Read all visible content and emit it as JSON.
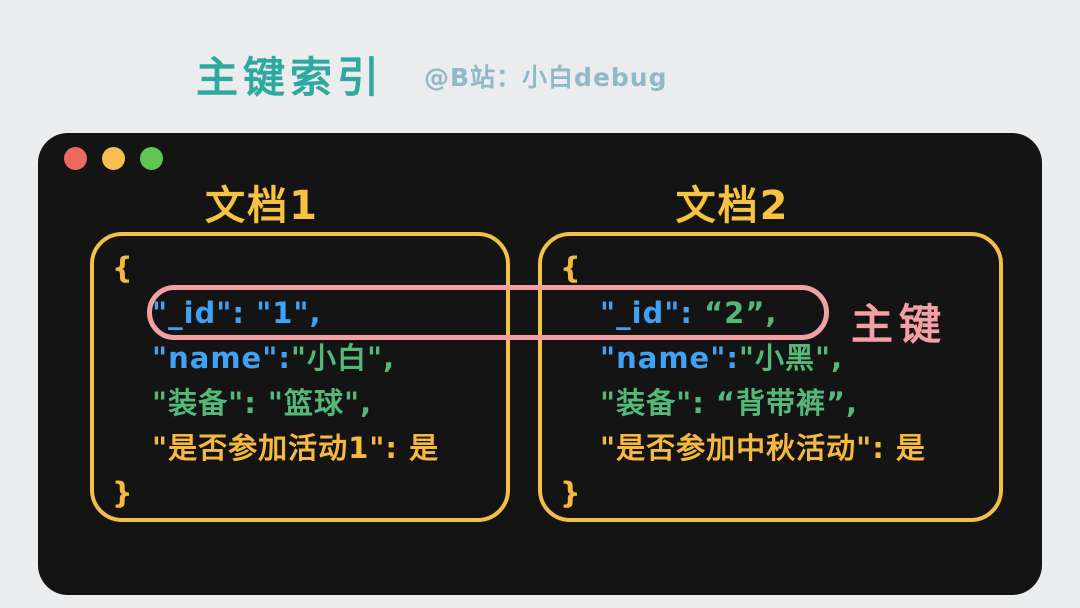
{
  "colors": {
    "yellow": "#f5b942",
    "blue": "#3fa2f5",
    "green": "#53b878",
    "pink": "#f2a0a4",
    "teal": "#2fa89f",
    "border": "#f0c04a"
  },
  "header": {
    "title": "主键索引",
    "byline": "@B站：小白debug"
  },
  "window": {
    "dots": [
      {
        "name": "close",
        "color": "#ec6a5d"
      },
      {
        "name": "minimize",
        "color": "#f5bf4f"
      },
      {
        "name": "maximize",
        "color": "#61c554"
      }
    ],
    "docs": [
      {
        "title": "文档1",
        "lines": [
          {
            "indent": false,
            "segments": [
              {
                "t": "{",
                "c": "yellow"
              }
            ]
          },
          {
            "indent": true,
            "segments": [
              {
                "t": "\"_id\": \"1\",",
                "c": "blue"
              }
            ]
          },
          {
            "indent": true,
            "segments": [
              {
                "t": "\"name\":",
                "c": "blue"
              },
              {
                "t": "\"小白\",",
                "c": "green"
              }
            ]
          },
          {
            "indent": true,
            "segments": [
              {
                "t": "\"装备\":  \"篮球\",",
                "c": "green"
              }
            ]
          },
          {
            "indent": true,
            "segments": [
              {
                "t": "\"是否参加活动1\": 是",
                "c": "yellow"
              }
            ]
          },
          {
            "indent": false,
            "segments": [
              {
                "t": "}",
                "c": "yellow"
              }
            ]
          }
        ]
      },
      {
        "title": "文档2",
        "lines": [
          {
            "indent": false,
            "segments": [
              {
                "t": "{",
                "c": "yellow"
              }
            ]
          },
          {
            "indent": true,
            "segments": [
              {
                "t": "\"_id\":  ",
                "c": "blue"
              },
              {
                "t": "“2”,",
                "c": "green"
              }
            ]
          },
          {
            "indent": true,
            "segments": [
              {
                "t": "\"name\":",
                "c": "blue"
              },
              {
                "t": "\"小黑\",",
                "c": "green"
              }
            ]
          },
          {
            "indent": true,
            "segments": [
              {
                "t": "\"装备\":   “背带裤”,",
                "c": "green"
              }
            ]
          },
          {
            "indent": true,
            "segments": [
              {
                "t": "\"是否参加中秋活动\": 是",
                "c": "yellow"
              }
            ]
          },
          {
            "indent": false,
            "segments": [
              {
                "t": "}",
                "c": "yellow"
              }
            ]
          }
        ]
      }
    ],
    "annotation": "主键"
  }
}
